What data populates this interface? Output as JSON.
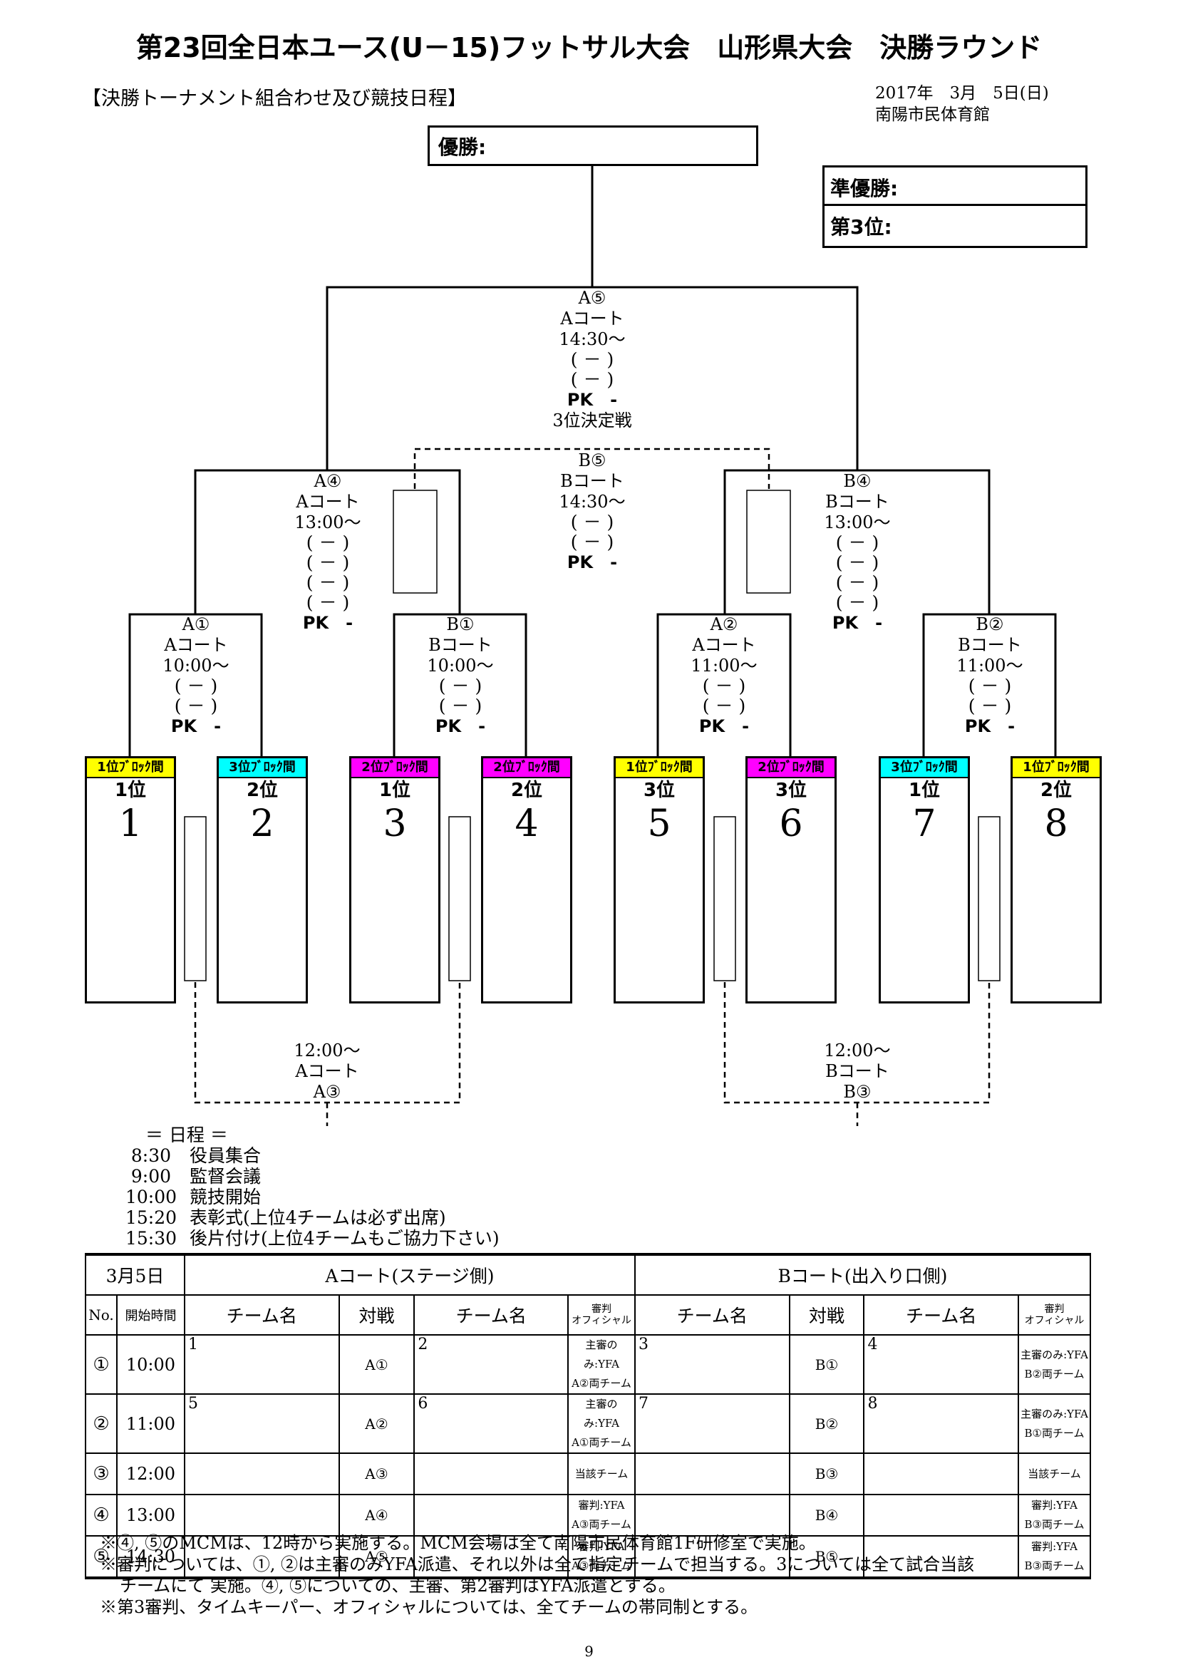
{
  "title": "第23回全日本ユース(U－15)フットサル大会　山形県大会　決勝ラウンド",
  "subheading": "【決勝トーナメント組合わせ及び競技日程】",
  "date": "2017年　3月　5日(日)",
  "venue": "南陽市民体育館",
  "results": {
    "winner": "優勝:",
    "runner_up": "準優勝:",
    "third": "第3位:"
  },
  "final": {
    "match": "A⑤",
    "court": "Aコート",
    "time": "14:30～",
    "dash": "－",
    "pk": "PK　-"
  },
  "third_place": {
    "caption": "3位決定戦",
    "match": "B⑤",
    "court": "Bコート",
    "time": "14:30～",
    "dash": "－",
    "pk": "PK　-"
  },
  "semis": [
    {
      "match": "A④",
      "court": "Aコート",
      "time": "13:00～",
      "dash": "－",
      "pk": "PK　-"
    },
    {
      "match": "B④",
      "court": "Bコート",
      "time": "13:00～",
      "dash": "－",
      "pk": "PK　-"
    }
  ],
  "quarters": [
    {
      "match": "A①",
      "court": "Aコート",
      "time": "10:00～",
      "dash": "－",
      "pk": "PK　-"
    },
    {
      "match": "B①",
      "court": "Bコート",
      "time": "10:00～",
      "dash": "－",
      "pk": "PK　-"
    },
    {
      "match": "A②",
      "court": "Aコート",
      "time": "11:00～",
      "dash": "－",
      "pk": "PK　-"
    },
    {
      "match": "B②",
      "court": "Bコート",
      "time": "11:00～",
      "dash": "－",
      "pk": "PK　-"
    }
  ],
  "consolation": [
    {
      "time": "12:00～",
      "court": "Aコート",
      "match": "A③"
    },
    {
      "time": "12:00～",
      "court": "Bコート",
      "match": "B③"
    }
  ],
  "slots": [
    {
      "block": "1位ﾌﾞﾛｯｸ間",
      "rank": "1位",
      "num": "1",
      "color": "#ffff00"
    },
    {
      "block": "3位ﾌﾞﾛｯｸ間",
      "rank": "2位",
      "num": "2",
      "color": "#00ffff"
    },
    {
      "block": "2位ﾌﾞﾛｯｸ間",
      "rank": "1位",
      "num": "3",
      "color": "#ff00ff"
    },
    {
      "block": "2位ﾌﾞﾛｯｸ間",
      "rank": "2位",
      "num": "4",
      "color": "#ff00ff"
    },
    {
      "block": "1位ﾌﾞﾛｯｸ間",
      "rank": "3位",
      "num": "5",
      "color": "#ffff00"
    },
    {
      "block": "2位ﾌﾞﾛｯｸ間",
      "rank": "3位",
      "num": "6",
      "color": "#ff00ff"
    },
    {
      "block": "3位ﾌﾞﾛｯｸ間",
      "rank": "1位",
      "num": "7",
      "color": "#00ffff"
    },
    {
      "block": "1位ﾌﾞﾛｯｸ間",
      "rank": "2位",
      "num": "8",
      "color": "#ffff00"
    }
  ],
  "schedule": {
    "heading": "＝ 日程 ＝",
    "items": [
      {
        "time": "8:30",
        "text": "役員集合"
      },
      {
        "time": "9:00",
        "text": "監督会議"
      },
      {
        "time": "10:00",
        "text": "競技開始"
      },
      {
        "time": "15:20",
        "text": "表彰式(上位4チームは必ず出席)"
      },
      {
        "time": "15:30",
        "text": "後片付け(上位4チームもご協力下さい)"
      }
    ]
  },
  "table": {
    "day": "3月5日",
    "court_a": "Aコート(ステージ側)",
    "court_b": "Bコート(出入り口側)",
    "headers": {
      "no": "No.",
      "start": "開始時間",
      "team": "チーム名",
      "vs": "対戦",
      "ref1": "審判",
      "ref2": "オフィシャル"
    },
    "rows": [
      {
        "no": "①",
        "time": "10:00",
        "a_team1": "1",
        "a_vs": "A①",
        "a_team2": "2",
        "a_ref1": "主審のみ:YFA",
        "a_ref2": "A②両チーム",
        "b_team1": "3",
        "b_vs": "B①",
        "b_team2": "4",
        "b_ref1": "主審のみ:YFA",
        "b_ref2": "B②両チーム"
      },
      {
        "no": "②",
        "time": "11:00",
        "a_team1": "5",
        "a_vs": "A②",
        "a_team2": "6",
        "a_ref1": "主審のみ:YFA",
        "a_ref2": "A①両チーム",
        "b_team1": "7",
        "b_vs": "B②",
        "b_team2": "8",
        "b_ref1": "主審のみ:YFA",
        "b_ref2": "B①両チーム"
      },
      {
        "no": "③",
        "time": "12:00",
        "a_team1": "",
        "a_vs": "A③",
        "a_team2": "",
        "a_ref1": "当該チーム",
        "a_ref2": "",
        "b_team1": "",
        "b_vs": "B③",
        "b_team2": "",
        "b_ref1": "当該チーム",
        "b_ref2": ""
      },
      {
        "no": "④",
        "time": "13:00",
        "a_team1": "",
        "a_vs": "A④",
        "a_team2": "",
        "a_ref1": "審判:YFA",
        "a_ref2": "A③両チーム",
        "b_team1": "",
        "b_vs": "B④",
        "b_team2": "",
        "b_ref1": "審判:YFA",
        "b_ref2": "B③両チーム"
      },
      {
        "no": "⑤",
        "time": "14:30",
        "a_team1": "",
        "a_vs": "A⑤",
        "a_team2": "",
        "a_ref1": "審判:YFA",
        "a_ref2": "A③両チーム",
        "b_team1": "",
        "b_vs": "B⑤",
        "b_team2": "",
        "b_ref1": "審判:YFA",
        "b_ref2": "B③両チーム"
      }
    ]
  },
  "notes": [
    "※④, ⑤のMCMは、12時から実施する。MCM会場は全て南陽市民体育館1F研修室で実施。",
    "※審判については、①, ②は主審のみYFA派遣、それ以外は全て指定チームで担当する。3については全て試合当該",
    "チームにて 実施。④, ⑤についての、主審、第2審判はYFA派遣とする。",
    "※第3審判、タイムキーパー、オフィシャルについては、全てチームの帯同制とする。"
  ],
  "page_number": "9"
}
